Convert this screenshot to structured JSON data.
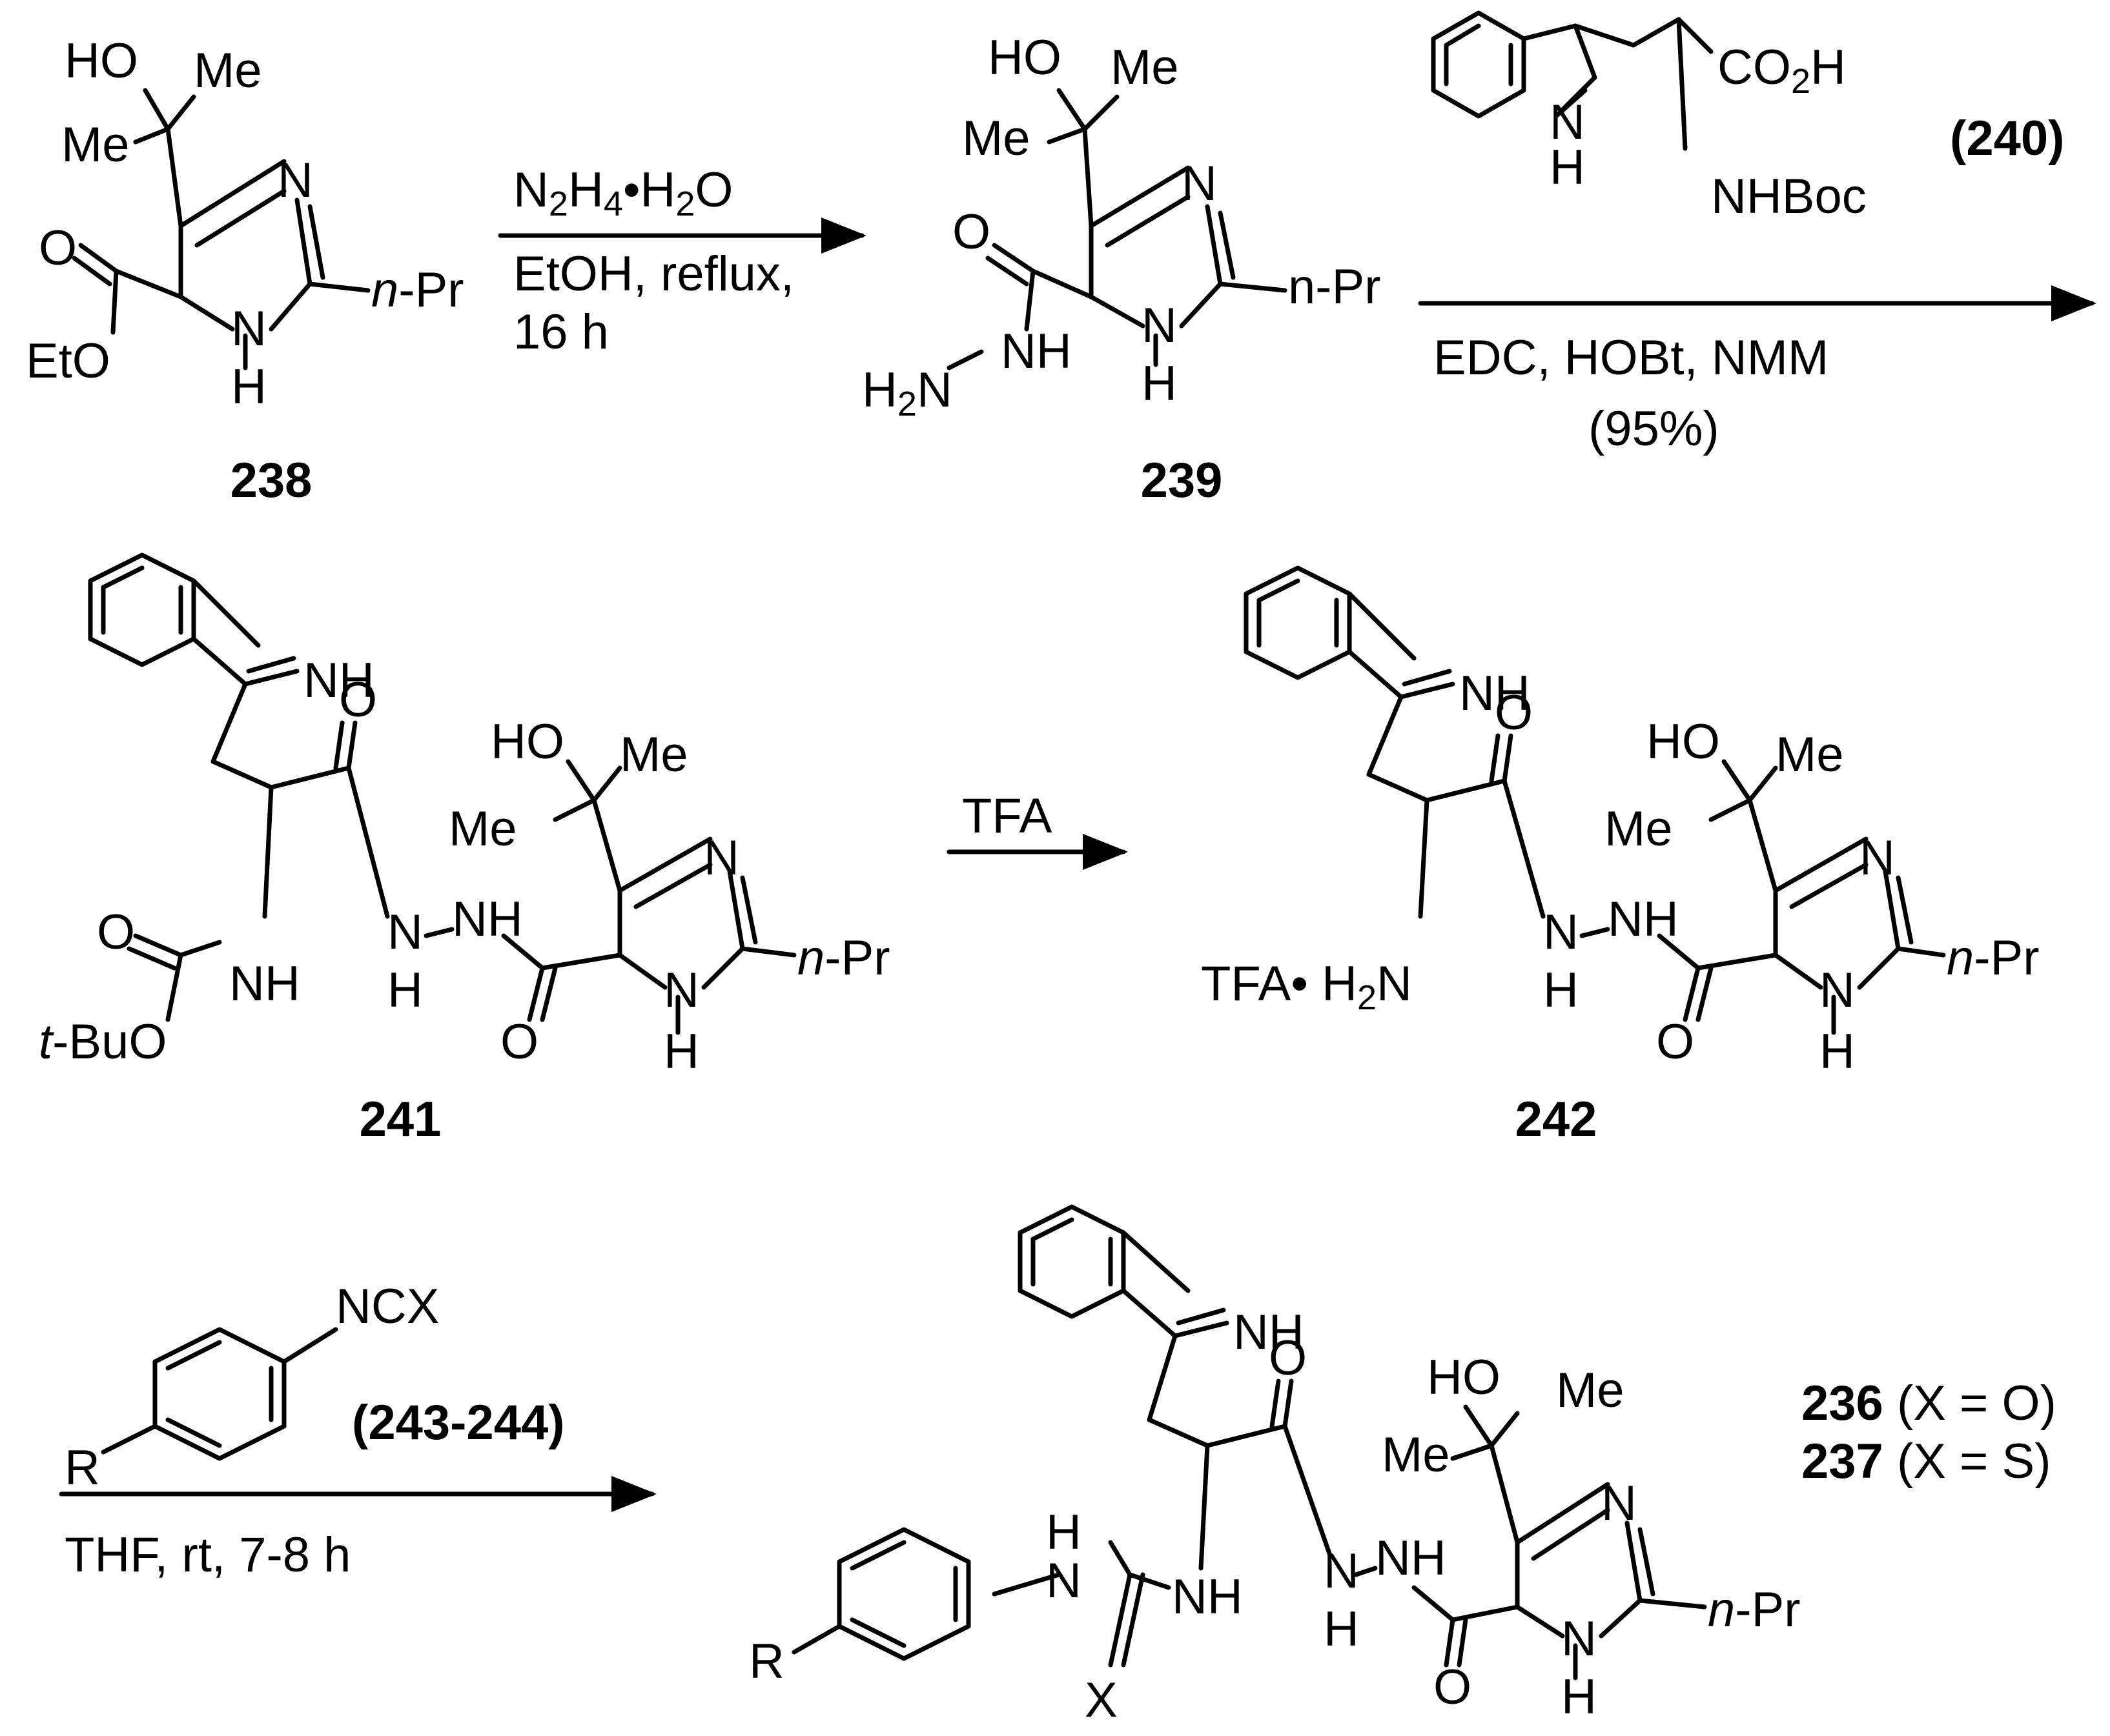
{
  "compounds": {
    "c238": "238",
    "c239": "239",
    "c240": "240",
    "c241": "241",
    "c242": "242",
    "c236": "236",
    "c237": "237",
    "c243_244": "243-244"
  },
  "atoms": {
    "ho": "HO",
    "me": "Me",
    "n": "N",
    "h": "H",
    "nh": "NH",
    "npr": "n-Pr",
    "npr_n": "n",
    "npr_rest": "-Pr",
    "o": "O",
    "eto": "EtO",
    "h2n_nh": "NH",
    "co2h": "CO2H",
    "nhboc": "NHBoc",
    "tbuo_t": "t",
    "tbuo_rest": "-BuO",
    "tfa_h2n": "TFA• H2N",
    "ncx": "NCX",
    "r": "R",
    "x": "X"
  },
  "reagents": {
    "step1_line1": "N2H4•H2O",
    "step1_line2": "EtOH, reflux,",
    "step1_line3": "16 h",
    "step2_line1": "EDC, HOBt, NMM",
    "step2_line2": "(95%)",
    "step3": "TFA",
    "step4": "THF, rt, 7-8 h"
  },
  "products": {
    "p236": "(X = O)",
    "p237": "(X = S)"
  }
}
